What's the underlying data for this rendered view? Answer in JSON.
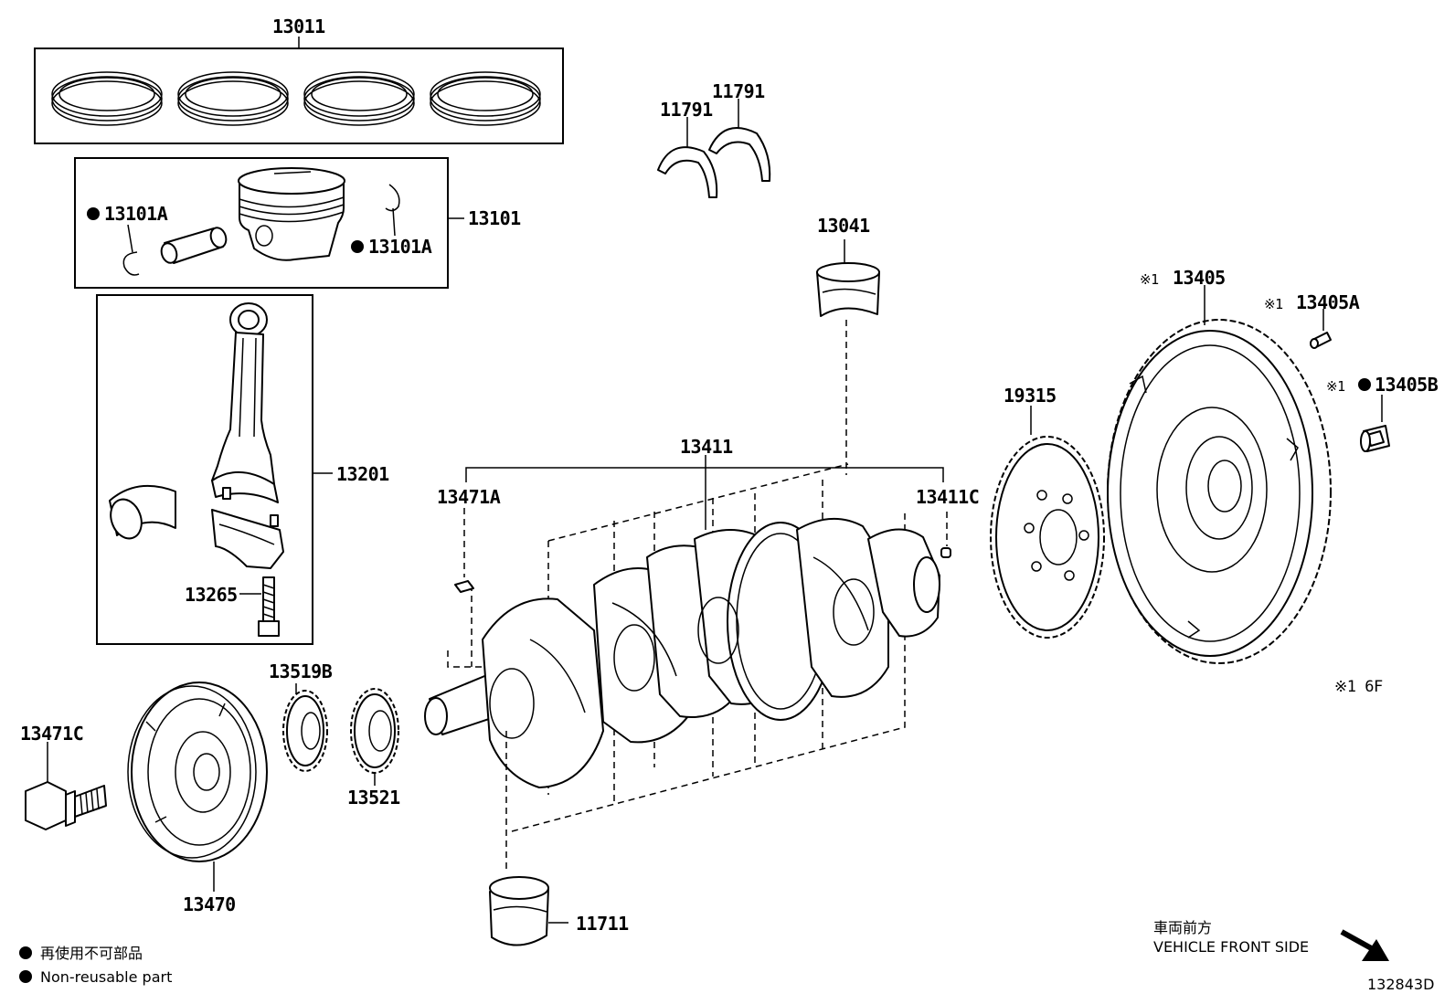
{
  "labels": {
    "piston_ring_set": "13011",
    "piston_assembly": "13101",
    "snap_ring_left": "13101A",
    "snap_ring_right": "13101A",
    "thrust_washer_left": "11791",
    "thrust_washer_right": "11791",
    "con_rod_bearing": "13041",
    "flywheel": "13405",
    "flywheel_prefix": "※1",
    "flywheel_pin": "13405A",
    "flywheel_pin_prefix": "※1",
    "flywheel_bolt": "13405B",
    "flywheel_bolt_prefix": "※1",
    "connecting_rod": "13201",
    "rod_bolt": "13265",
    "crankshaft": "13411",
    "key": "13471A",
    "pin": "13411C",
    "drive_plate": "19315",
    "crank_sprocket": "13519B",
    "crank_gear": "13521",
    "pulley_bolt": "13471C",
    "crank_pulley": "13470",
    "main_bearing": "11711"
  },
  "notes": {
    "footnote": "※1  6F",
    "front_side_jp": "車両前方",
    "front_side_en": "VEHICLE FRONT SIDE",
    "legend_jp": "再使用不可部品",
    "legend_en": "Non-reusable part",
    "drawing_number": "132843D"
  },
  "icons": {
    "non_reusable_marker": "filled-circle-icon",
    "direction": "front-direction-arrow-icon"
  }
}
